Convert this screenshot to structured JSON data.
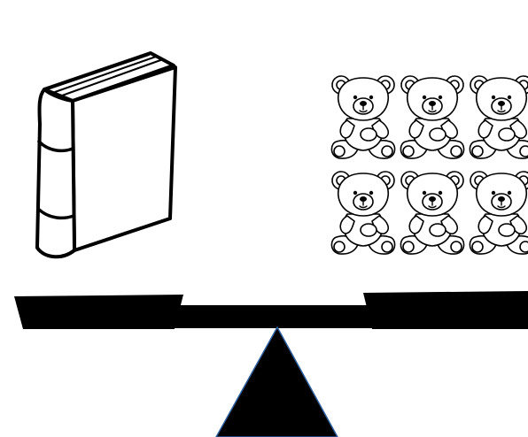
{
  "colors": {
    "ink": "#000000",
    "paper": "#ffffff",
    "fulcrum_outline": "#2f5f9e"
  },
  "icons": {
    "left_object": "book-icon",
    "right_object": "teddy-bear-icon"
  },
  "balance": {
    "left_pan_count": 1,
    "right_pan_count": 6,
    "tilt": "level"
  }
}
